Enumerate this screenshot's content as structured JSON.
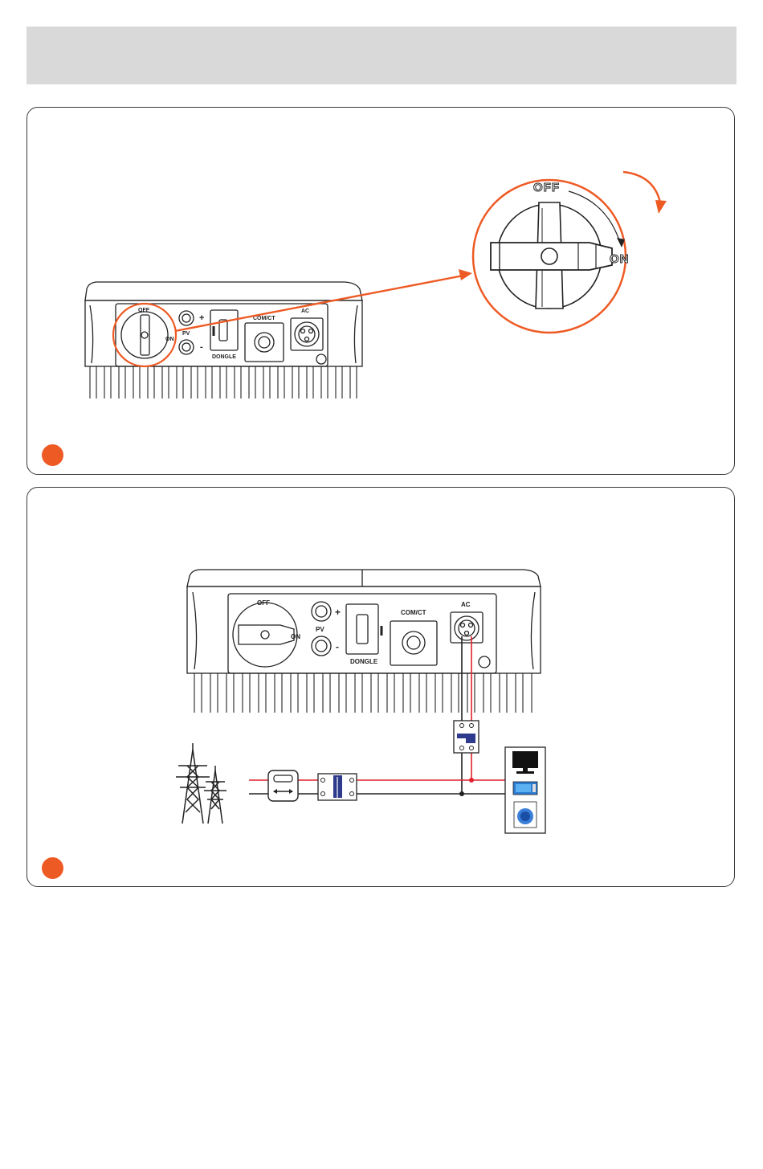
{
  "colors": {
    "header_bar": "#d9d9da",
    "accent_orange": "#ee5a24",
    "live_wire_red": "#e0202c",
    "breaker_blue": "#2e3a8c",
    "outline": "#222222"
  },
  "step1": {
    "switch_off": "OFF",
    "switch_on": "ON",
    "zoom_off": "OFF",
    "zoom_on": "ON",
    "pv_label": "PV",
    "plus": "+",
    "minus": "-",
    "dongle_label": "DONGLE",
    "com_label": "COM/CT",
    "ac_label": "AC"
  },
  "step2": {
    "switch_off": "OFF",
    "switch_on": "ON",
    "pv_label": "PV",
    "plus": "+",
    "minus": "-",
    "dongle_label": "DONGLE",
    "com_label": "COM/CT",
    "ac_label": "AC"
  },
  "icons": [
    "power-tower-icon",
    "energy-meter-icon",
    "circuit-breaker-icon",
    "monitor-icon",
    "microwave-icon",
    "washing-machine-icon"
  ]
}
